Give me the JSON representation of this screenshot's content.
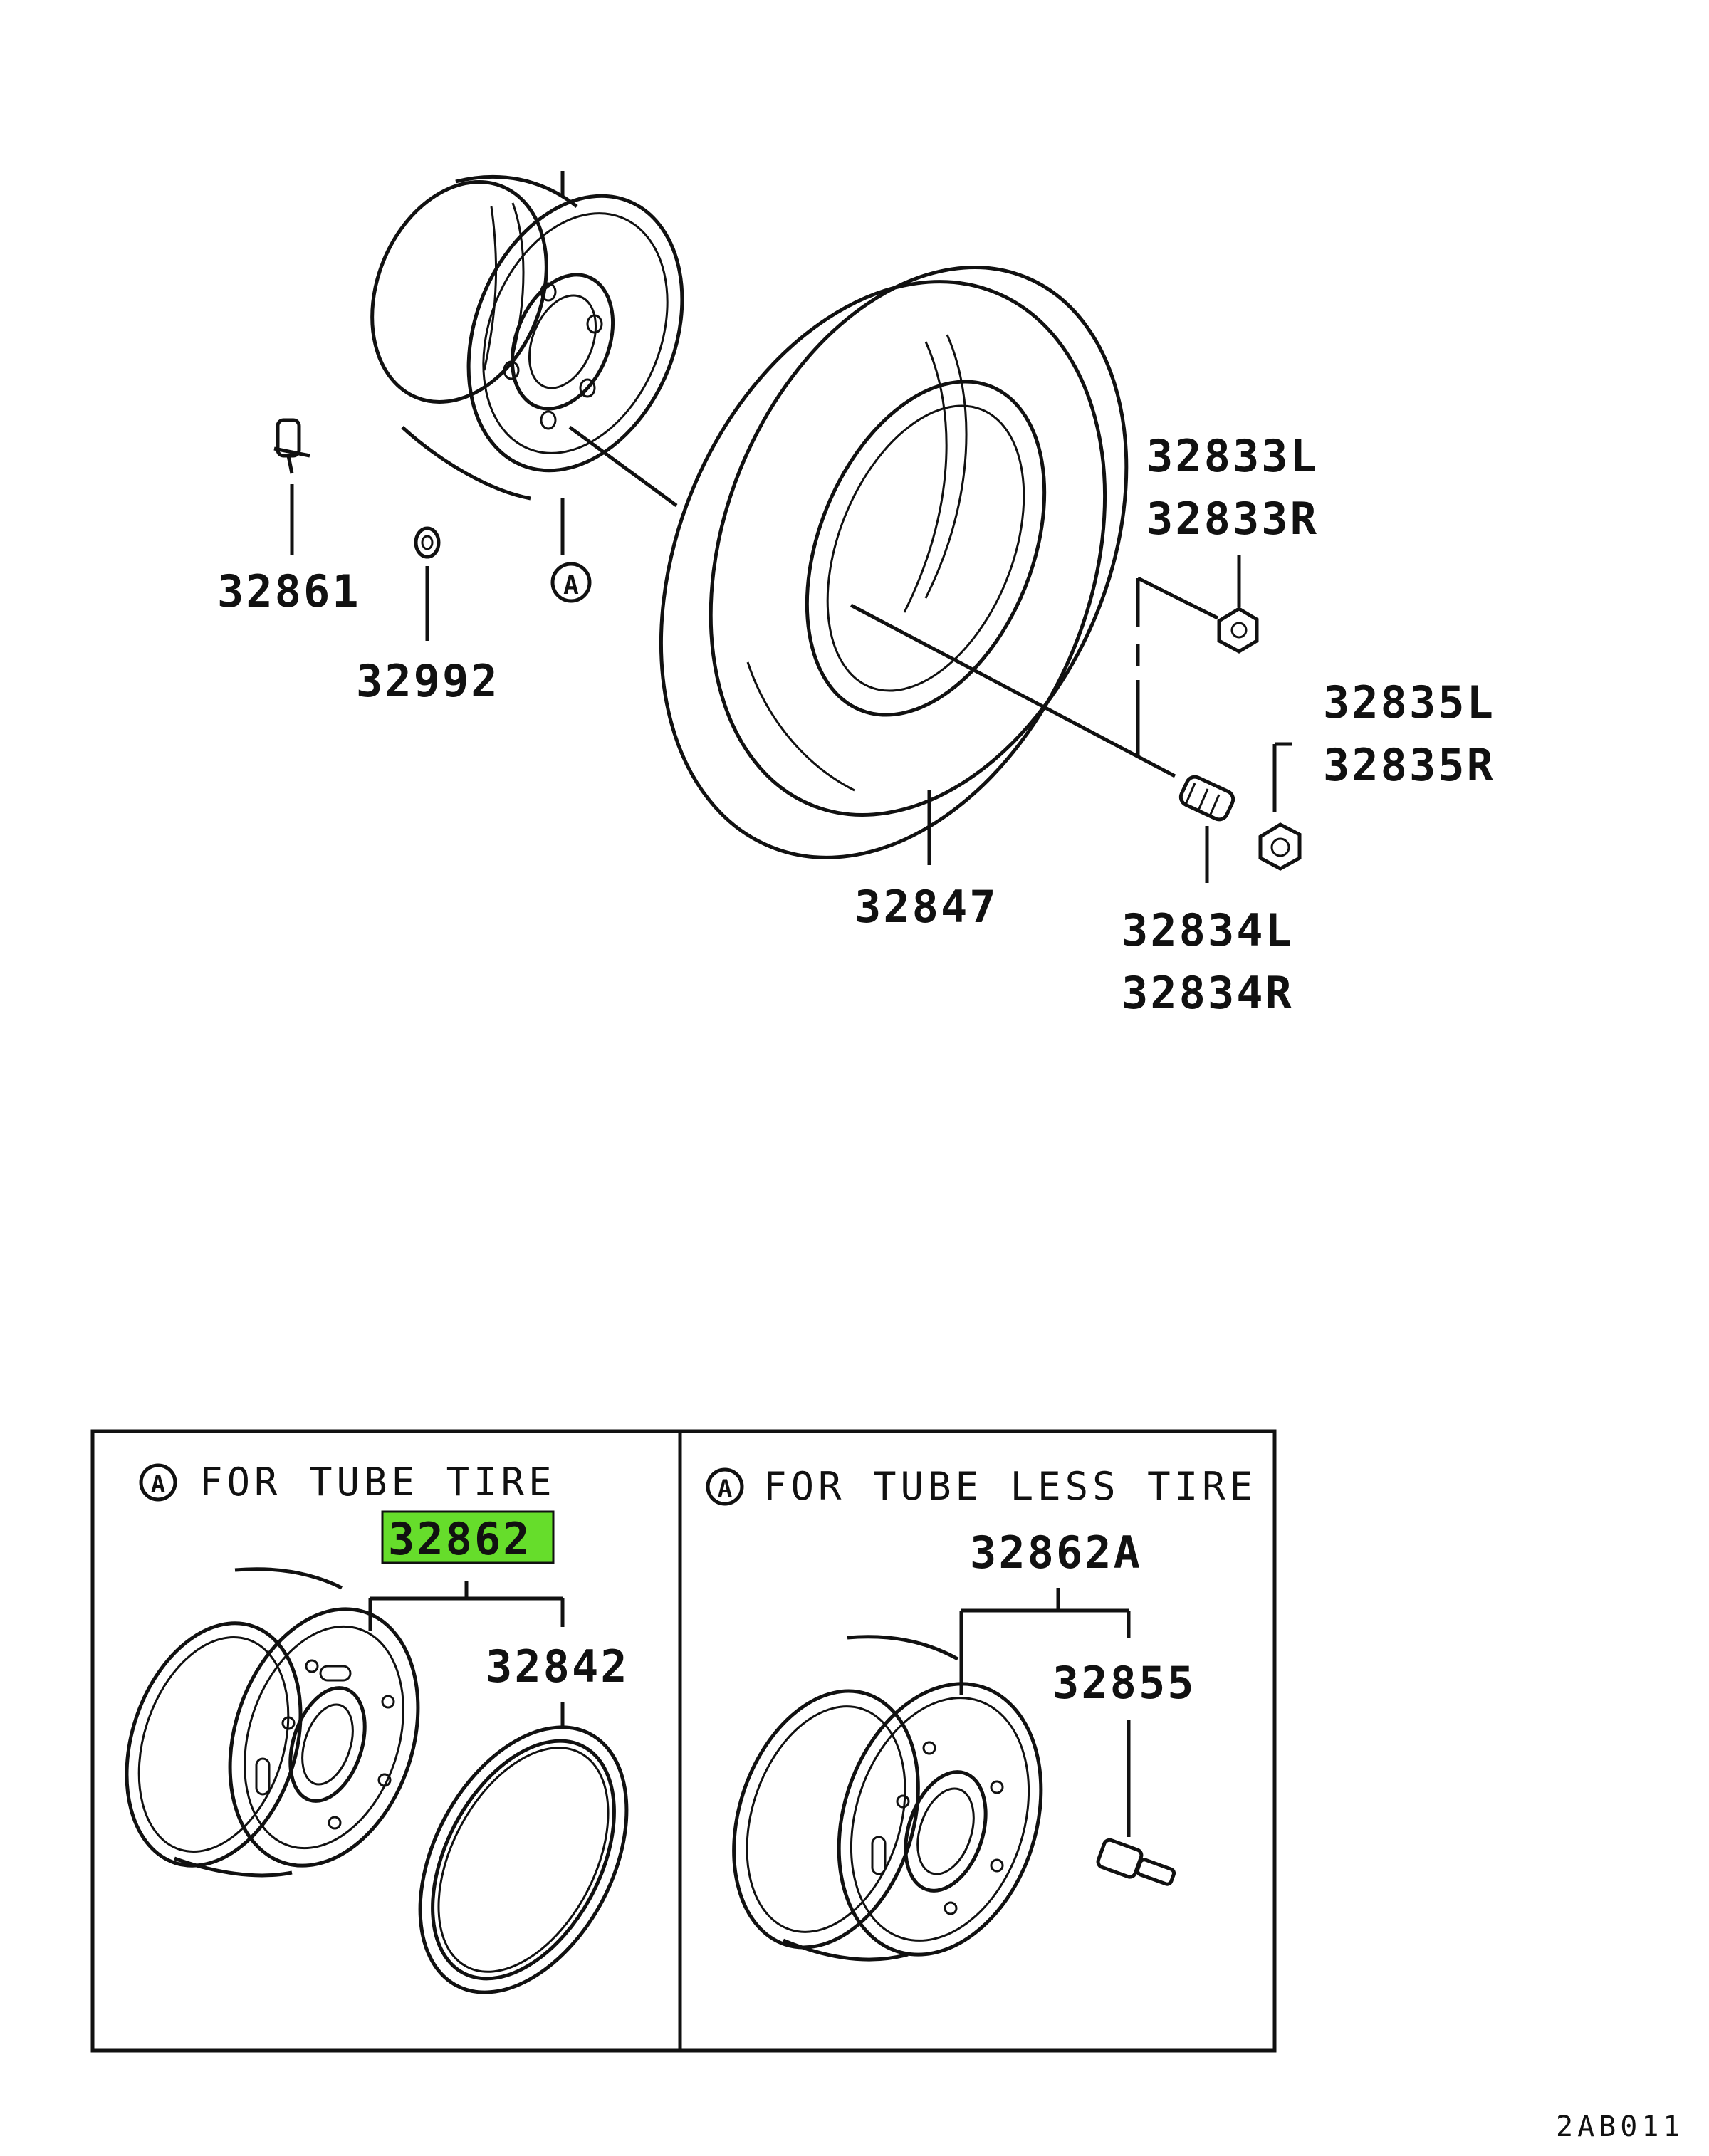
{
  "top_labels": {
    "valve_part": "32861",
    "washer_part": "32992",
    "wheel_ref": "A",
    "tire_part": "32847",
    "nut_outer": [
      "32833L",
      "32833R"
    ],
    "nut_inner": [
      "32835L",
      "32835R"
    ],
    "stud_bolt": [
      "32834L",
      "32834R"
    ]
  },
  "panel_left": {
    "ref_mark": "A",
    "title": "FOR TUBE TIRE",
    "highlighted_part": "32862",
    "ring_part": "32842"
  },
  "panel_right": {
    "ref_mark": "A",
    "title": "FOR TUBE LESS TIRE",
    "wheel_part": "32862A",
    "valve_part": "32855"
  },
  "diagram_code": "2AB011",
  "colors": {
    "highlight": "#66dd2b",
    "line": "#111111"
  }
}
